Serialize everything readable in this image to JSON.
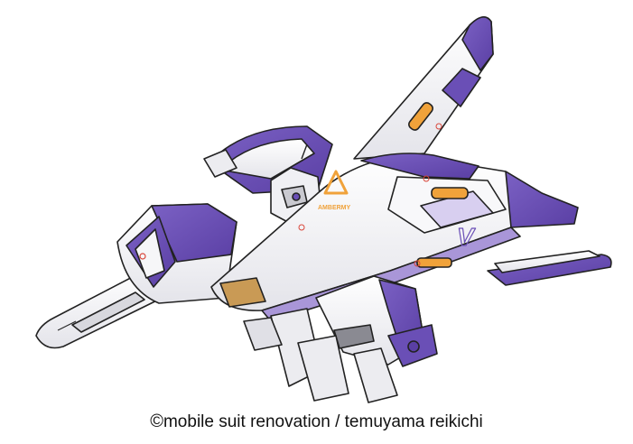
{
  "illustration": {
    "subject_icon": "mecha-fighter-illustration",
    "colors": {
      "primary_purple": "#6a4fb6",
      "light_purple": "#a996d8",
      "white_armor": "#f4f4f6",
      "shadow_grey": "#c9c9d0",
      "accent_orange": "#f0a23a",
      "marking_red": "#d9463a"
    },
    "emblem_text": "AMBERMY",
    "logo_text": "V"
  },
  "credit": {
    "symbol": "©",
    "text": "mobile suit renovation / temuyama reikichi"
  }
}
